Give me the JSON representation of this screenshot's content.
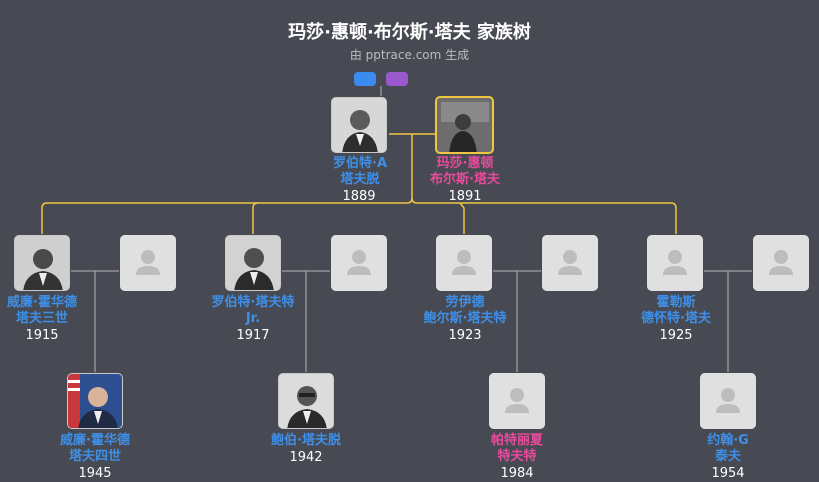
{
  "title": "玛莎·惠顿·布尔斯·塔夫 家族树",
  "subtitle": "由 pptrace.com 生成",
  "colors": {
    "background": "#474a52",
    "male": "#3e8fe8",
    "female": "#e84a9c",
    "spouse_line": "#f0c542",
    "child_line": "#b5b5b5"
  },
  "people": {
    "robert_a": {
      "name1": "罗伯特·A",
      "name2": "塔夫脱",
      "year": "1889"
    },
    "martha": {
      "name1": "玛莎·惠顿",
      "name2": "布尔斯·塔夫",
      "year": "1891"
    },
    "william3": {
      "name1": "威廉·霍华德",
      "name2": "塔夫三世",
      "year": "1915"
    },
    "robert_jr": {
      "name1": "罗伯特·塔夫特",
      "name2": "Jr.",
      "year": "1917"
    },
    "lloyd": {
      "name1": "劳伊德",
      "name2": "鲍尔斯·塔夫特",
      "year": "1923"
    },
    "horace": {
      "name1": "霍勒斯",
      "name2": "德怀特·塔夫",
      "year": "1925"
    },
    "william4": {
      "name1": "威廉·霍华德",
      "name2": "塔夫四世",
      "year": "1945"
    },
    "bob": {
      "name1": "鲍伯·塔夫脱",
      "name2": "",
      "year": "1942"
    },
    "patricia": {
      "name1": "帕特丽夏",
      "name2": "特夫特",
      "year": "1984"
    },
    "john": {
      "name1": "约翰·G",
      "name2": "泰夫",
      "year": "1954"
    }
  }
}
